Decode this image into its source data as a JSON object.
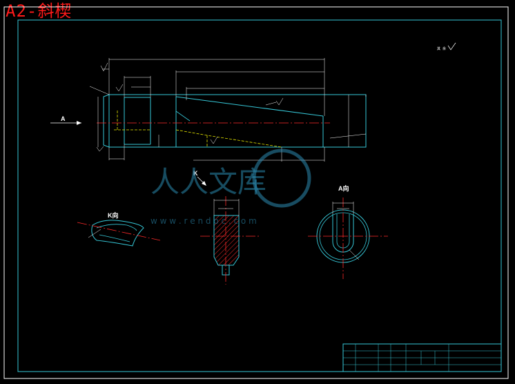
{
  "title": "A2-斜楔",
  "views": {
    "arrow_a": "A",
    "view_k": "K",
    "view_k_dir": "K向",
    "view_a_dir": "A向"
  },
  "watermark": {
    "brand": "人人文库",
    "url": "w w w . r e n d o c . c o m"
  },
  "colors": {
    "background": "#000000",
    "title": "#ff1a1a",
    "outline": "#36c8d8",
    "centerline": "#ff2a2a",
    "hidden": "#e8e800",
    "dimension": "#ffffff",
    "watermark": "#2b8ab0"
  }
}
